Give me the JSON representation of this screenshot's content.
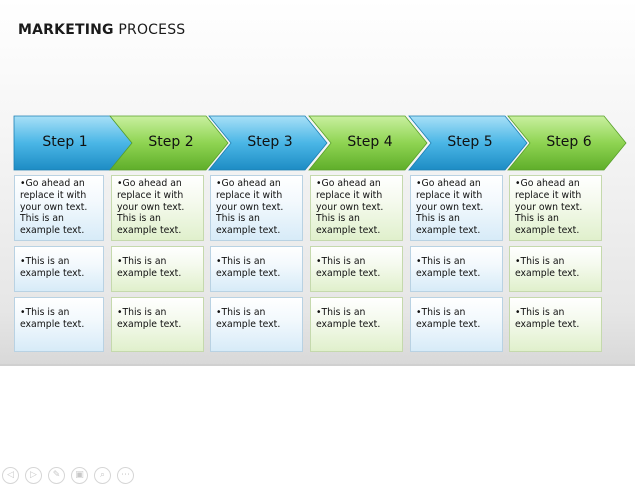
{
  "slide": {
    "title_bold": "MARKETING",
    "title_rest": " PROCESS"
  },
  "colors": {
    "blue_arrow": "#2aa3d8",
    "green_arrow": "#7cc53e",
    "blue_cell": "#d7ebf8",
    "green_cell": "#e0f0cc"
  },
  "steps": [
    {
      "label": "Step 1",
      "color": "blue",
      "cells": [
        "•Go ahead an replace it with your own text. This is an example text.",
        "•This is an example text.",
        "•This is an example text."
      ]
    },
    {
      "label": "Step 2",
      "color": "green",
      "cells": [
        "•Go ahead an replace it with your own text. This is an example text.",
        "•This is an example text.",
        "•This is an example text."
      ]
    },
    {
      "label": "Step 3",
      "color": "blue",
      "cells": [
        "•Go ahead an replace it with your own text. This is an example text.",
        "•This is an example text.",
        "•This is an example text."
      ]
    },
    {
      "label": "Step 4",
      "color": "green",
      "cells": [
        "•Go ahead an replace it with your own text. This is an example text.",
        "•This is an example text.",
        "•This is an example text."
      ]
    },
    {
      "label": "Step 5",
      "color": "blue",
      "cells": [
        "•Go ahead an replace it with your own text. This is an example text.",
        "•This is an example text.",
        "•This is an example text."
      ]
    },
    {
      "label": "Step 6",
      "color": "green",
      "cells": [
        "•Go ahead an replace it with your own text. This is an example text.",
        "•This is an example text.",
        "•This is an example text."
      ]
    }
  ],
  "player_controls": [
    "previous-icon",
    "next-icon",
    "pen-icon",
    "slides-icon",
    "zoom-icon",
    "more-icon"
  ]
}
